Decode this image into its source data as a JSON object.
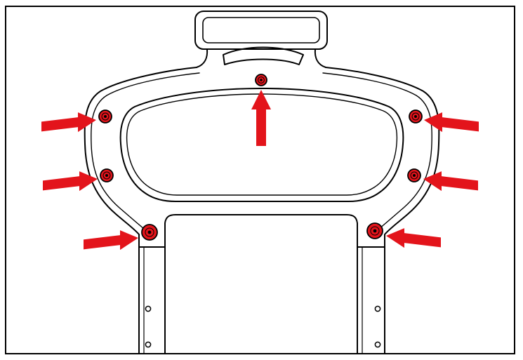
{
  "diagram": {
    "part": "frame-with-handle",
    "line_color": "#000000",
    "marker_color": "#e3141b",
    "arrow_color": "#e3141b",
    "markers": [
      {
        "id": "top-center"
      },
      {
        "id": "upper-left"
      },
      {
        "id": "upper-right"
      },
      {
        "id": "middle-left"
      },
      {
        "id": "middle-right"
      },
      {
        "id": "lower-left"
      },
      {
        "id": "lower-right"
      }
    ]
  }
}
